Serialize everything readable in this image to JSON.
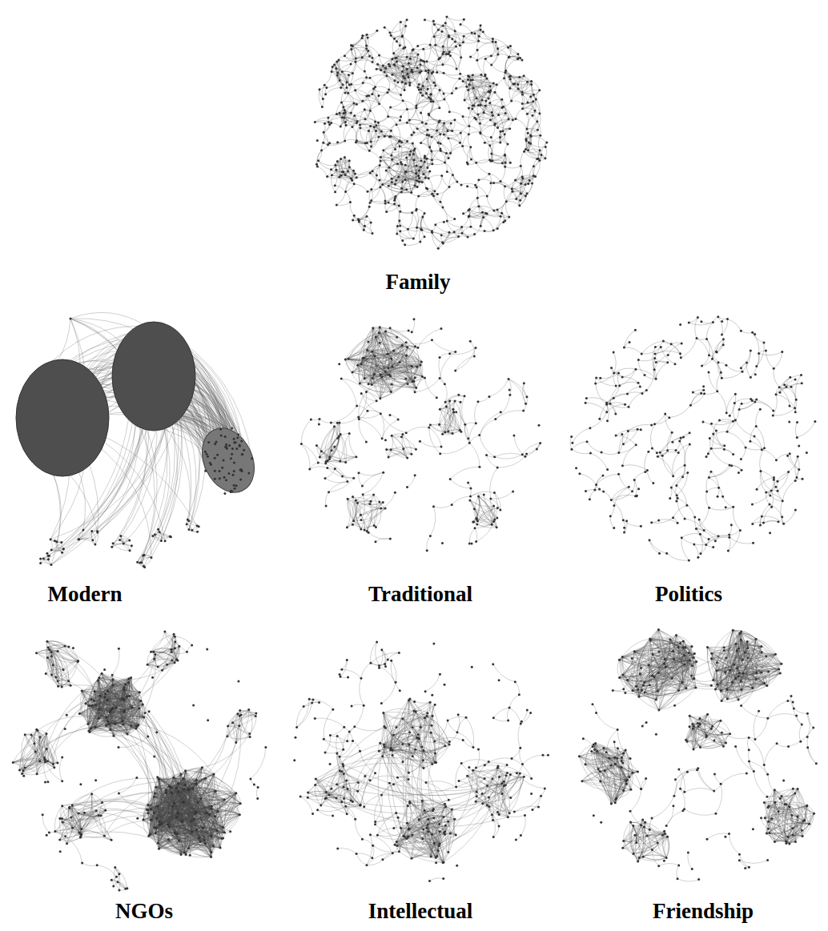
{
  "diagram": {
    "labels": [
      "Family",
      "Modern",
      "Traditional",
      "Politics",
      "NGOs",
      "Intellectual",
      "Friendship"
    ]
  }
}
